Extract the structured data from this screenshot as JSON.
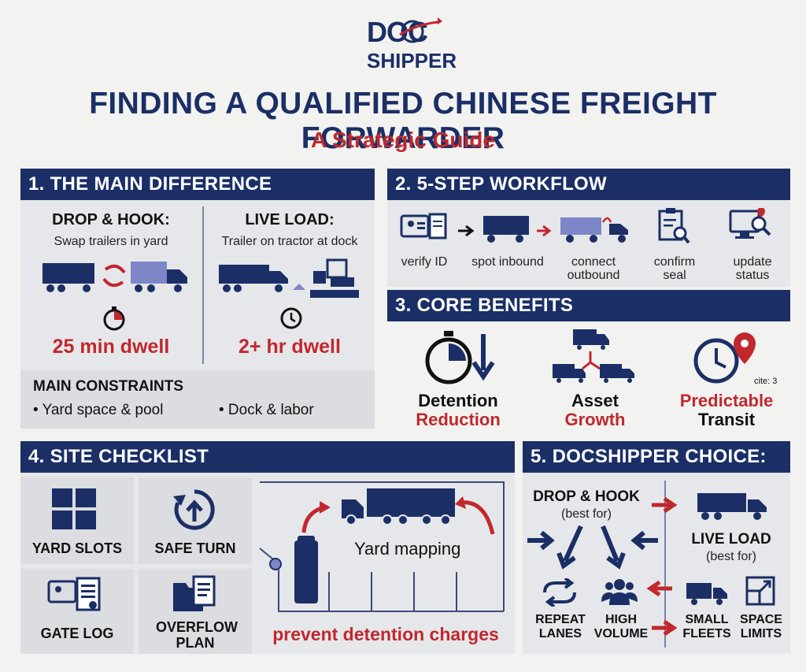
{
  "logo": {
    "line1": "DOC",
    "line2": "SHIPPER"
  },
  "title": "FINDING A QUALIFIED CHINESE FREIGHT FORWARDER",
  "subtitle": "A Strategic Guide",
  "section1": {
    "header": "1. THE MAIN DIFFERENCE",
    "left": {
      "title": "DROP & HOOK:",
      "desc": "Swap trailers in yard",
      "dwell": "25 min dwell"
    },
    "right": {
      "title": "LIVE LOAD:",
      "desc": "Trailer on tractor at dock",
      "dwell": "2+ hr dwell"
    },
    "constraints_title": "MAIN CONSTRAINTS",
    "constraints": [
      "• Yard space & pool",
      "• Dock & labor"
    ]
  },
  "section2": {
    "header": "2. 5-STEP WORKFLOW",
    "steps": [
      "verify ID",
      "spot inbound",
      "connect outbound",
      "confirm seal",
      "update status"
    ]
  },
  "section3": {
    "header": "3. CORE BENEFITS",
    "benefits": [
      {
        "line1": "Detention",
        "line2": "Reduction"
      },
      {
        "line1": "Asset",
        "line2": "Growth"
      },
      {
        "line1": "Predictable",
        "line2": "Transit"
      }
    ],
    "cite": "cite: 3"
  },
  "section4": {
    "header": "4. SITE CHECKLIST",
    "items": [
      "YARD SLOTS",
      "SAFE TURN",
      "GATE LOG",
      "OVERFLOW PLAN"
    ],
    "yard_label": "Yard mapping",
    "footer": "prevent detention charges"
  },
  "section5": {
    "header": "5. DOCSHIPPER CHOICE:",
    "drop_title": "DROP & HOOK",
    "drop_sub": "(best for)",
    "live_title": "LIVE LOAD",
    "live_sub": "(best for)",
    "labels": [
      "REPEAT LANES",
      "HIGH VOLUME",
      "SMALL FLEETS",
      "SPACE LIMITS"
    ]
  },
  "colors": {
    "navy": "#1b2f66",
    "red": "#c0282e",
    "panel": "#e6e7ea"
  }
}
